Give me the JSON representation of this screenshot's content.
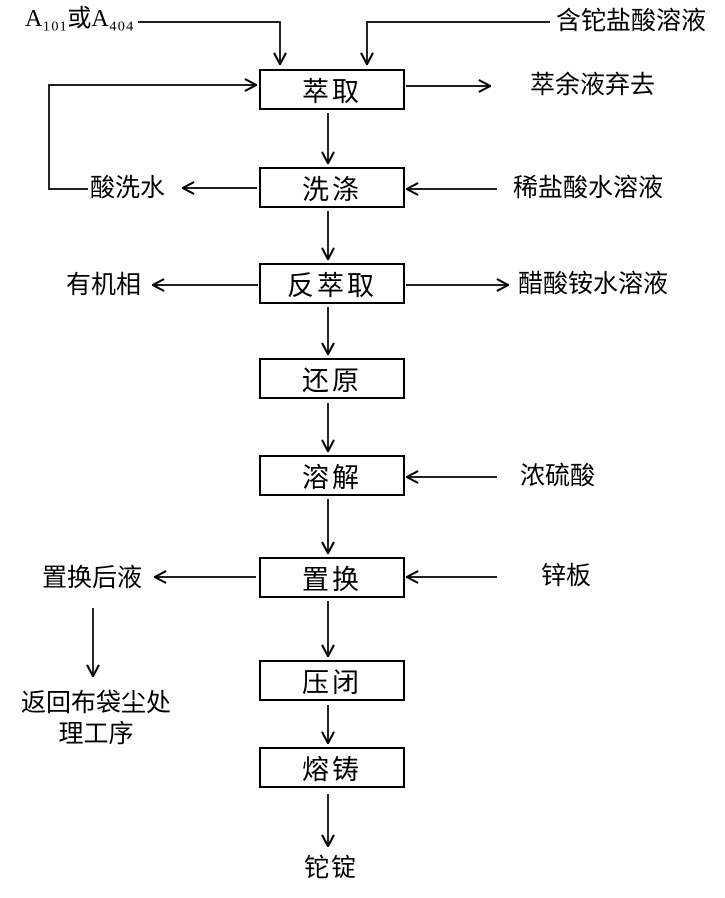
{
  "flowchart": {
    "steps": [
      "萃取",
      "洗涤",
      "反萃取",
      "还原",
      "溶解",
      "置换",
      "压闭",
      "熔铸"
    ],
    "labels": {
      "extractant": "A₁₀₁或A₄₀₄",
      "feed_solution": "含铊盐酸溶液",
      "raffinate": "萃余液弃去",
      "acid_wash_water": "酸洗水",
      "dilute_hydrochloric_acid": "稀盐酸水溶液",
      "organic_phase": "有机相",
      "ammonium_acetate_solution": "醋酸铵水溶液",
      "concentrated_sulfuric_acid": "浓硫酸",
      "post_displacement_liquid": "置换后液",
      "zinc_plate": "锌板",
      "return_note": "返回布袋尘处\n理工序",
      "product": "铊锭"
    },
    "colors": {
      "line": "#000000",
      "background": "#ffffff"
    }
  }
}
